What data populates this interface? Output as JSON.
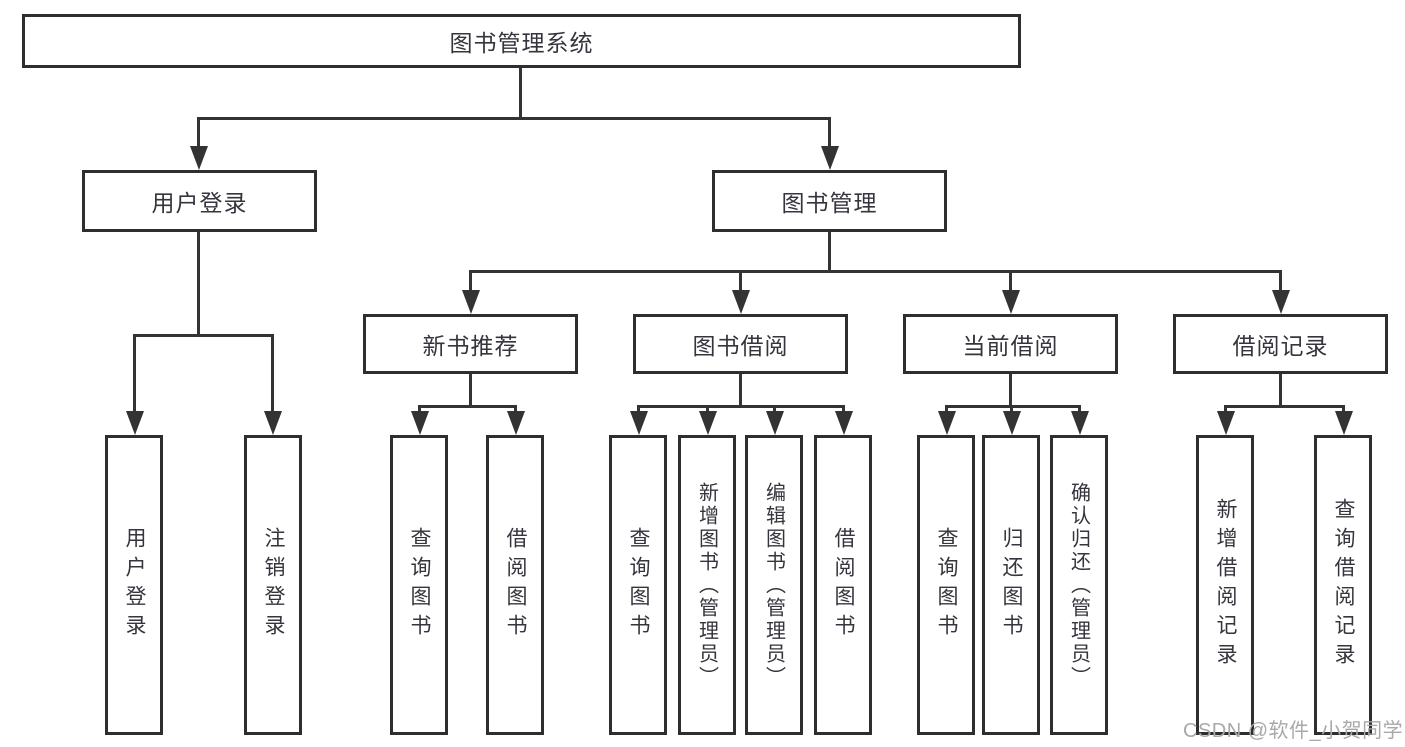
{
  "diagram": {
    "title": "图书管理系统",
    "root": "图书管理系统",
    "level2": [
      "用户登录",
      "图书管理"
    ],
    "level3": [
      "新书推荐",
      "图书借阅",
      "当前借阅",
      "借阅记录"
    ],
    "leaves": [
      "用户登录",
      "注销登录",
      "查询图书",
      "借阅图书",
      "查询图书",
      "新增图书（管理员）",
      "编辑图书（管理员）",
      "借阅图书",
      "查询图书",
      "归还图书",
      "确认归还（管理员）",
      "新增借阅记录",
      "查询借阅记录"
    ]
  },
  "watermark": "CSDN @软件_小贺同学",
  "colors": {
    "line": "#333333",
    "border": "#2e2e2e",
    "text": "#35353d",
    "watermark": "#a9a9a9",
    "background": "#ffffff"
  }
}
